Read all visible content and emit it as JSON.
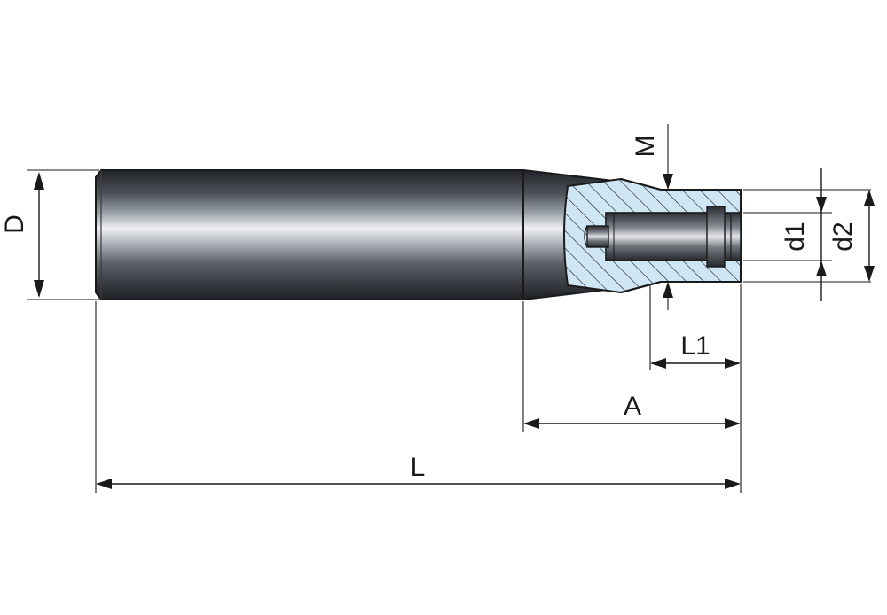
{
  "labels": {
    "D": "D",
    "M": "M",
    "d1": "d1",
    "d2": "d2",
    "L1": "L1",
    "A": "A",
    "L": "L"
  },
  "colors": {
    "steel_dark": "#2b2e33",
    "steel_mid": "#6b7078",
    "steel_light": "#e6e8eb",
    "section_fill": "#cfe6f5",
    "hatch": "#1a1a1a",
    "line": "#1a1a1a"
  }
}
